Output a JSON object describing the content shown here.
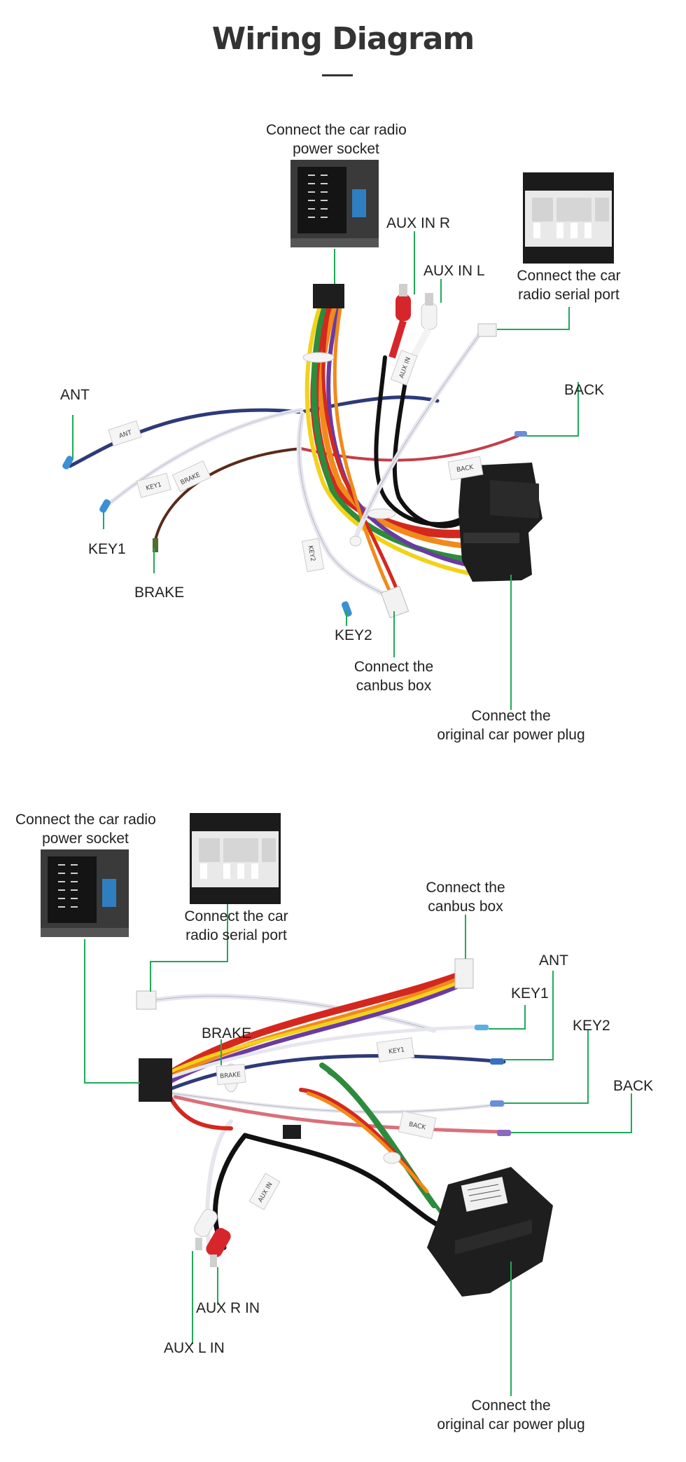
{
  "title": "Wiring Diagram",
  "colors": {
    "leader_line": "#1faa59",
    "title_text": "#333333",
    "connector_black": "#1e1e1e"
  },
  "diagram1": {
    "labels": {
      "power_socket_line1": "Connect the car radio",
      "power_socket_line2": "power socket",
      "aux_in_r": "AUX IN R",
      "aux_in_l": "AUX IN L",
      "serial_port_line1": "Connect the car",
      "serial_port_line2": "radio  serial port",
      "ant": "ANT",
      "back": "BACK",
      "key1": "KEY1",
      "brake": "BRAKE",
      "key2": "KEY2",
      "canbus_line1": "Connect the",
      "canbus_line2": "canbus box",
      "power_plug_line1": "Connect the",
      "power_plug_line2": "original car power plug"
    },
    "tags": [
      "ANT",
      "KEY1",
      "BRAKE",
      "BACK",
      "KEY2",
      "AUX IN"
    ]
  },
  "diagram2": {
    "labels": {
      "power_socket_line1": "Connect the car radio",
      "power_socket_line2": "power socket",
      "serial_port_line1": "Connect the car",
      "serial_port_line2": "radio  serial port",
      "canbus_line1": "Connect the",
      "canbus_line2": "canbus box",
      "ant": "ANT",
      "key1": "KEY1",
      "key2": "KEY2",
      "back": "BACK",
      "brake": "BRAKE",
      "aux_r_in": "AUX R IN",
      "aux_l_in": "AUX L  IN",
      "power_plug_line1": "Connect the",
      "power_plug_line2": "original car power plug"
    },
    "tags": [
      "BRAKE",
      "KEY1",
      "BACK",
      "AUX IN"
    ]
  }
}
